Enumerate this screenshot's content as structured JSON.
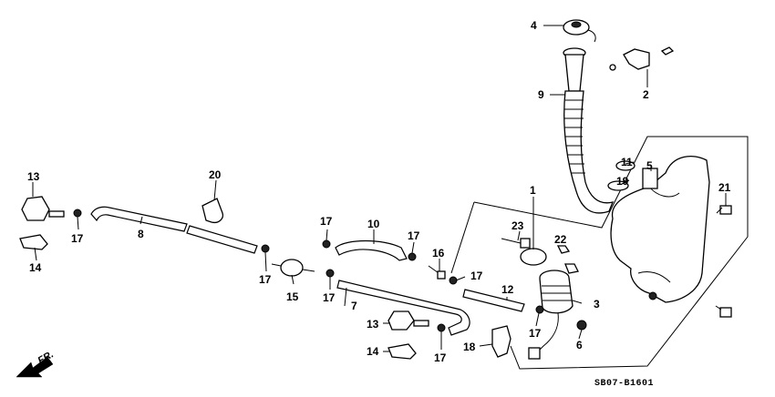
{
  "diagram": {
    "code": "SB07-B1601",
    "direction": "FR.",
    "labels": [
      {
        "id": "l1",
        "text": "1"
      },
      {
        "id": "l2",
        "text": "2"
      },
      {
        "id": "l3",
        "text": "3"
      },
      {
        "id": "l4",
        "text": "4"
      },
      {
        "id": "l5",
        "text": "5"
      },
      {
        "id": "l6",
        "text": "6"
      },
      {
        "id": "l7",
        "text": "7"
      },
      {
        "id": "l8",
        "text": "8"
      },
      {
        "id": "l9",
        "text": "9"
      },
      {
        "id": "l10",
        "text": "10"
      },
      {
        "id": "l11",
        "text": "11"
      },
      {
        "id": "l12",
        "text": "12"
      },
      {
        "id": "l13a",
        "text": "13"
      },
      {
        "id": "l13b",
        "text": "13"
      },
      {
        "id": "l14a",
        "text": "14"
      },
      {
        "id": "l14b",
        "text": "14"
      },
      {
        "id": "l15",
        "text": "15"
      },
      {
        "id": "l16",
        "text": "16"
      },
      {
        "id": "l17a",
        "text": "17"
      },
      {
        "id": "l17b",
        "text": "17"
      },
      {
        "id": "l17c",
        "text": "17"
      },
      {
        "id": "l17d",
        "text": "17"
      },
      {
        "id": "l17e",
        "text": "17"
      },
      {
        "id": "l17f",
        "text": "17"
      },
      {
        "id": "l17g",
        "text": "17"
      },
      {
        "id": "l17h",
        "text": "17"
      },
      {
        "id": "l17i",
        "text": "17"
      },
      {
        "id": "l18",
        "text": "18"
      },
      {
        "id": "l19",
        "text": "19"
      },
      {
        "id": "l20",
        "text": "20"
      },
      {
        "id": "l21",
        "text": "21"
      },
      {
        "id": "l22",
        "text": "22"
      },
      {
        "id": "l23",
        "text": "23"
      }
    ]
  }
}
